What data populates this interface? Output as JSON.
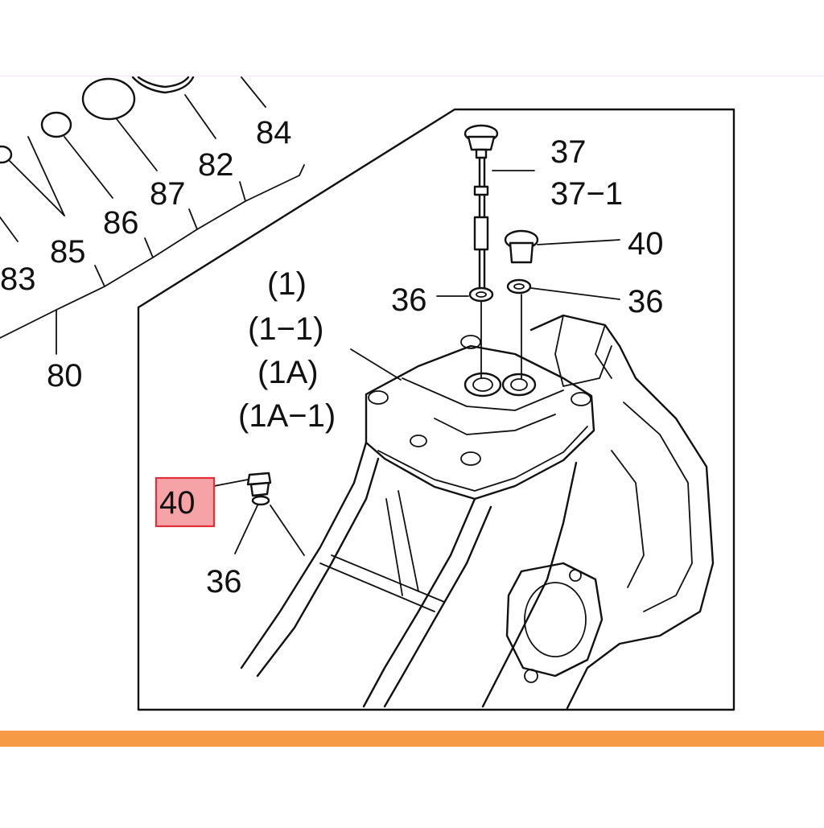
{
  "colors": {
    "accent_bar": "#f79a46",
    "highlight_fill": "#f5a3a6",
    "highlight_border": "#e0313a",
    "line": "#111111"
  },
  "callouts": {
    "c84": "84",
    "c82": "82",
    "c87": "87",
    "c86": "86",
    "c85": "85",
    "c83": "83",
    "c80": "80",
    "c37": "37",
    "c37_1": "37−1",
    "c40_top": "40",
    "c36_left": "36",
    "c36_right": "36",
    "c1": "(1)",
    "c1_1": "(1−1)",
    "c1a": "(1A)",
    "c1a_1": "(1A−1)",
    "c40_highlight": "40",
    "c36_bottom": "36"
  }
}
